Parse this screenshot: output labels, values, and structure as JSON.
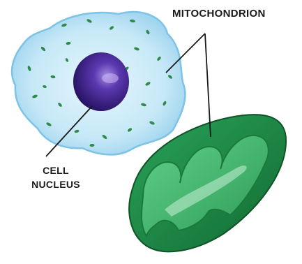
{
  "labels": {
    "mitochondrion": "MITOCHONDRION",
    "cell_line1": "CELL",
    "cell_line2": "NUCLEUS"
  },
  "colors": {
    "cytoplasm": "#bfe4f4",
    "cytoplasm_edge": "#7cc3e6",
    "nucleus": "#3b1f86",
    "organelle": "#2f8a4a",
    "mito_outer": "#1f8a45",
    "mito_inner": "#3fb56a",
    "leader_line": "#1a1a1a"
  }
}
